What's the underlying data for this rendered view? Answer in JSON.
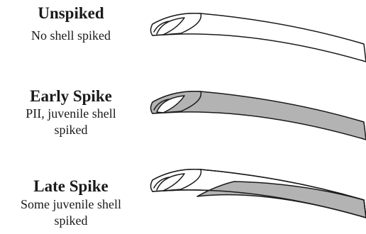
{
  "panels": [
    {
      "title": "Unspiked",
      "desc": "No shell spiked",
      "spike": "none"
    },
    {
      "title": "Early Spike",
      "desc": "PII, juvenile shell\nspiked",
      "spike": "full"
    },
    {
      "title": "Late Spike",
      "desc": "Some juvenile shell\nspiked",
      "spike": "partial"
    }
  ],
  "colors": {
    "spike_fill": "#b3b3b3",
    "outline": "#1a1a1a",
    "shell_fill": "#ffffff"
  }
}
